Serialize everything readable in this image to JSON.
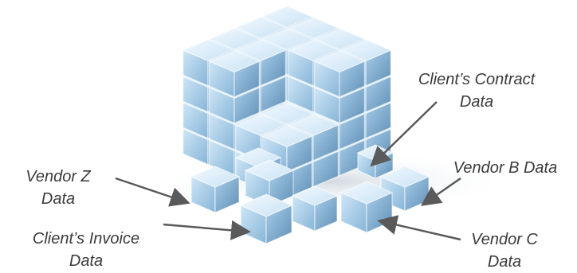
{
  "labels": {
    "clients_contract": {
      "line1": "Client’s Contract",
      "line2": "Data"
    },
    "vendor_b": {
      "line1": "Vendor B Data"
    },
    "vendor_z": {
      "line1": "Vendor Z",
      "line2": "Data"
    },
    "clients_invoice": {
      "line1": "Client’s Invoice",
      "line2": "Data"
    },
    "vendor_c": {
      "line1": "Vendor C",
      "line2": "Data"
    }
  },
  "colors": {
    "cube_light": "#dff0fb",
    "cube_mid": "#a9cfe9",
    "cube_dark": "#6f9ec2",
    "arrow": "#5a5a5a",
    "text": "#3a3a3a"
  }
}
